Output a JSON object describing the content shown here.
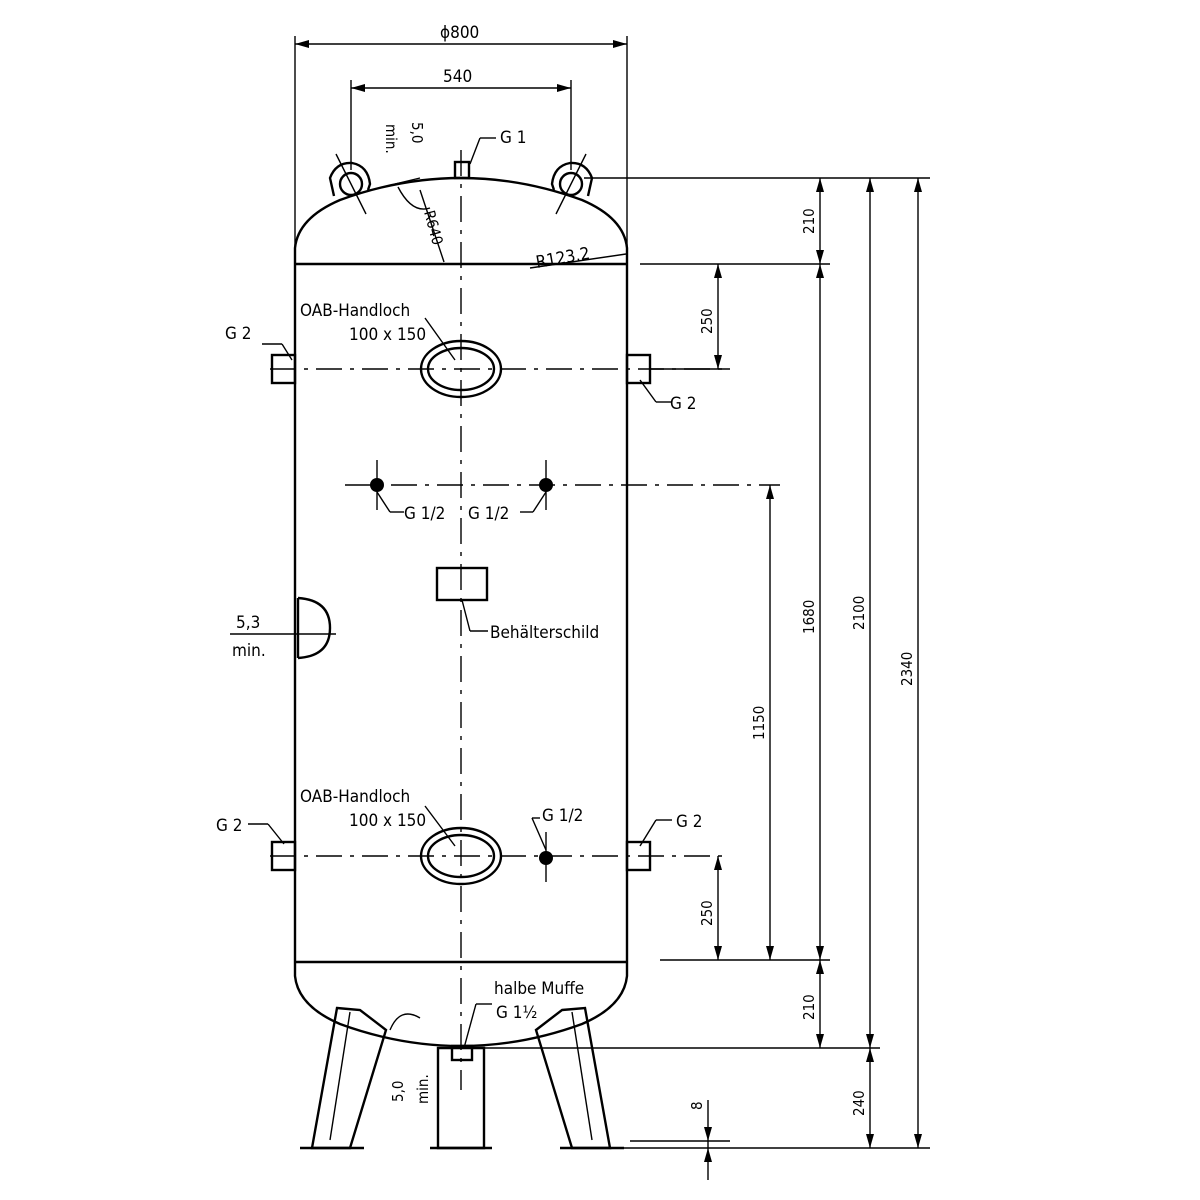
{
  "labels": {
    "d800": "ϕ800",
    "d540": "540",
    "g1": "G 1",
    "min5_top": "5,0",
    "min_word_top": "min.",
    "r640": "R640",
    "r123": "R123.2",
    "oab_top_l1": "OAB-Handloch",
    "oab_top_l2": "100 x 150",
    "g2_top_left": "G 2",
    "g2_top_right": "G 2",
    "g12_left": "G 1/2",
    "g12_right": "G 1/2",
    "schild": "Behälterschild",
    "min53": "5,3",
    "min53_word": "min.",
    "oab_bot_l1": "OAB-Handloch",
    "oab_bot_l2": "100 x 150",
    "g12_bottom": "G 1/2",
    "g2_bot_left": "G 2",
    "g2_bot_right": "G 2",
    "muffe_l1": "halbe Muffe",
    "muffe_l2": "G 1½",
    "min5_bot": "5,0",
    "min_word_bot": "min."
  },
  "dimensions": {
    "h210_top": "210",
    "h250_top": "250",
    "h1680": "1680",
    "h2100": "2100",
    "h2340": "2340",
    "h1150": "1150",
    "h250_bot": "250",
    "h210_bot": "210",
    "h240": "240",
    "h8": "8"
  }
}
